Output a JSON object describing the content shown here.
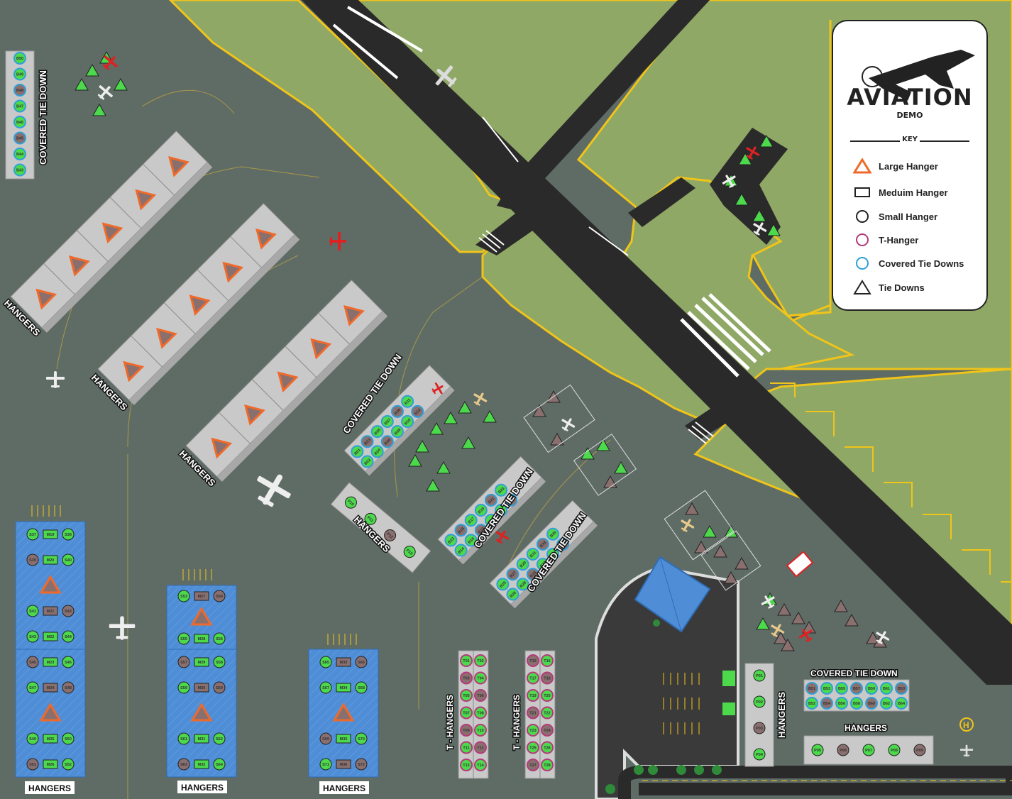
{
  "legend": {
    "brand_title": "AVIATION",
    "brand_subtitle": "DEMO",
    "key_heading": "KEY",
    "items": [
      {
        "label": "Large Hanger",
        "icon": "large-hanger-icon"
      },
      {
        "label": "Meduim Hanger",
        "icon": "medium-hanger-icon"
      },
      {
        "label": "Small Hanger",
        "icon": "small-hanger-icon"
      },
      {
        "label": "T-Hanger",
        "icon": "t-hanger-icon"
      },
      {
        "label": "Covered Tie Downs",
        "icon": "covered-tie-down-icon"
      },
      {
        "label": "Tie Downs",
        "icon": "tie-down-icon"
      }
    ]
  },
  "colors": {
    "grass": "#8fa866",
    "apron": "#5f6c66",
    "runway": "#2a2a2a",
    "available": "#4cd94c",
    "occupied": "#8a6f6f",
    "hangar_blue": "#4f8ed6",
    "large_hanger": "#ef6a2a",
    "edge_yellow": "#f0c419"
  },
  "labels": {
    "covered_tie_down": "COVERED TIE DOWN",
    "hangers": "HANGERS",
    "t_hangers": "T - HANGERS",
    "heliport": "H"
  },
  "covered_tie_down_nw": [
    "B50",
    "B49",
    "B48",
    "B47",
    "B46",
    "B45",
    "B44",
    "B43"
  ],
  "blue_hangars": [
    {
      "rows": [
        [
          "S37",
          "M19",
          "S38"
        ],
        [
          "S39",
          "M20",
          "S40"
        ],
        [
          "L",
          "",
          ""
        ],
        [
          "S41",
          "M21",
          "S42"
        ],
        [
          "S43",
          "M22",
          "S44"
        ]
      ]
    },
    {
      "rows": [
        [
          "S45",
          "M23",
          "S46"
        ],
        [
          "S47",
          "M24",
          "S48"
        ],
        [
          "L",
          "",
          ""
        ],
        [
          "S49",
          "M25",
          "S50"
        ],
        [
          "S51",
          "M26",
          "S52"
        ]
      ]
    },
    {
      "rows": [
        [
          "S53",
          "M27",
          "S54"
        ],
        [
          "L",
          "",
          ""
        ],
        [
          "S55",
          "M28",
          "S56"
        ]
      ]
    },
    {
      "rows": [
        [
          "S57",
          "M29",
          "S58"
        ],
        [
          "S59",
          "M30",
          "S60"
        ],
        [
          "L",
          "",
          ""
        ],
        [
          "S61",
          "M31",
          "S62"
        ],
        [
          "S63",
          "M32",
          "S64"
        ]
      ]
    },
    {
      "rows": [
        [
          "S65",
          "M33",
          "S66"
        ],
        [
          "S67",
          "M34",
          "S68"
        ],
        [
          "L",
          "",
          ""
        ],
        [
          "S69",
          "M35",
          "S70"
        ],
        [
          "S71",
          "M36",
          "S72"
        ]
      ]
    }
  ],
  "t_hangers_1": [
    [
      "T01",
      "T02"
    ],
    [
      "T03",
      "T04"
    ],
    [
      "T05",
      "T06"
    ],
    [
      "T07",
      "T08"
    ],
    [
      "T09",
      "T10"
    ],
    [
      "T11",
      "T12"
    ],
    [
      "T13",
      "T14"
    ]
  ],
  "t_hangers_2": [
    [
      "T15",
      "T16"
    ],
    [
      "T17",
      "T18"
    ],
    [
      "T19",
      "T20"
    ],
    [
      "T21",
      "T22"
    ],
    [
      "T23",
      "T24"
    ],
    [
      "T25",
      "T26"
    ],
    [
      "T27",
      "T28"
    ]
  ],
  "covered_tie_down_se": {
    "top": [
      "B51",
      "B53",
      "B55",
      "B57",
      "B59",
      "B61",
      "B63"
    ],
    "bottom": [
      "B52",
      "B54",
      "B56",
      "B58",
      "B60",
      "B62",
      "B64"
    ]
  },
  "small_hangers_east": [
    "P01",
    "P02",
    "P03",
    "P04"
  ],
  "hangers_south": [
    "P05",
    "P06",
    "P07",
    "P08",
    "P09"
  ]
}
